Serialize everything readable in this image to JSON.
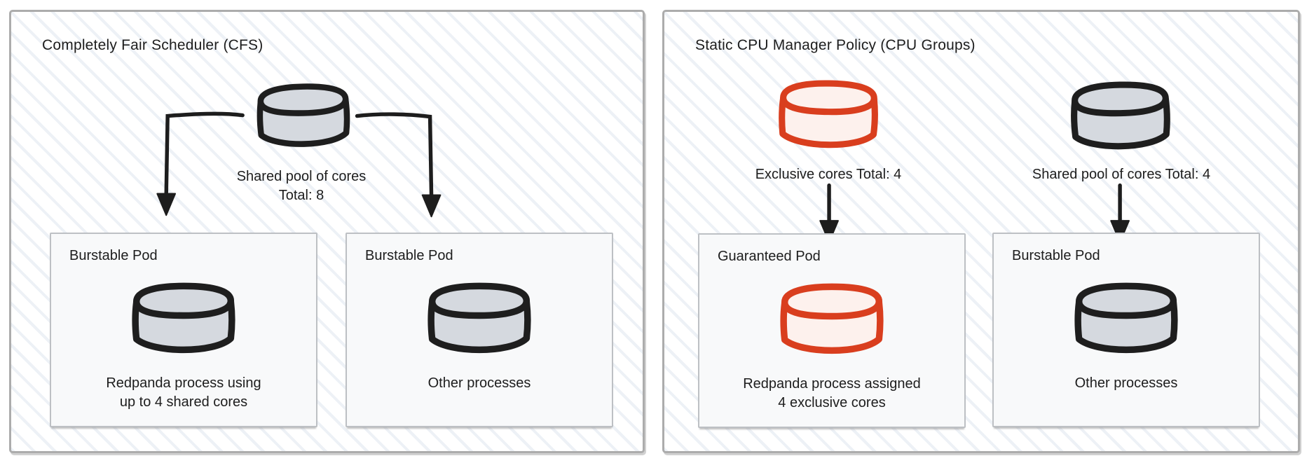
{
  "left_panel": {
    "title": "Completely Fair Scheduler (CFS)",
    "pool": {
      "caption_line1": "Shared pool of cores",
      "caption_line2": "Total: 8"
    },
    "pods": [
      {
        "label": "Burstable Pod",
        "caption_line1": "Redpanda process using",
        "caption_line2": "up to 4 shared cores"
      },
      {
        "label": "Burstable Pod",
        "caption_line1": "Other processes",
        "caption_line2": ""
      }
    ]
  },
  "right_panel": {
    "title": "Static CPU Manager Policy (CPU Groups)",
    "pools": [
      {
        "caption": "Exclusive cores Total: 4"
      },
      {
        "caption": "Shared pool of cores Total: 4"
      }
    ],
    "pods": [
      {
        "label": "Guaranteed Pod",
        "caption_line1": "Redpanda process assigned",
        "caption_line2": "4 exclusive cores"
      },
      {
        "label": "Burstable Pod",
        "caption_line1": "Other processes",
        "caption_line2": ""
      }
    ]
  },
  "colors": {
    "ink": "#1d1d1d",
    "panel_border": "#acacac",
    "panel_bg": "#ffffff",
    "hatch_line": "#edf1f6",
    "pod_fill": "#f8f9fa",
    "pod_border": "#bdc0c4",
    "cyl_black_stroke": "#1e1e1e",
    "cyl_black_fill": "#d5d9df",
    "cyl_red_stroke": "#d93e1e",
    "cyl_red_fill": "#fdf1ed"
  }
}
